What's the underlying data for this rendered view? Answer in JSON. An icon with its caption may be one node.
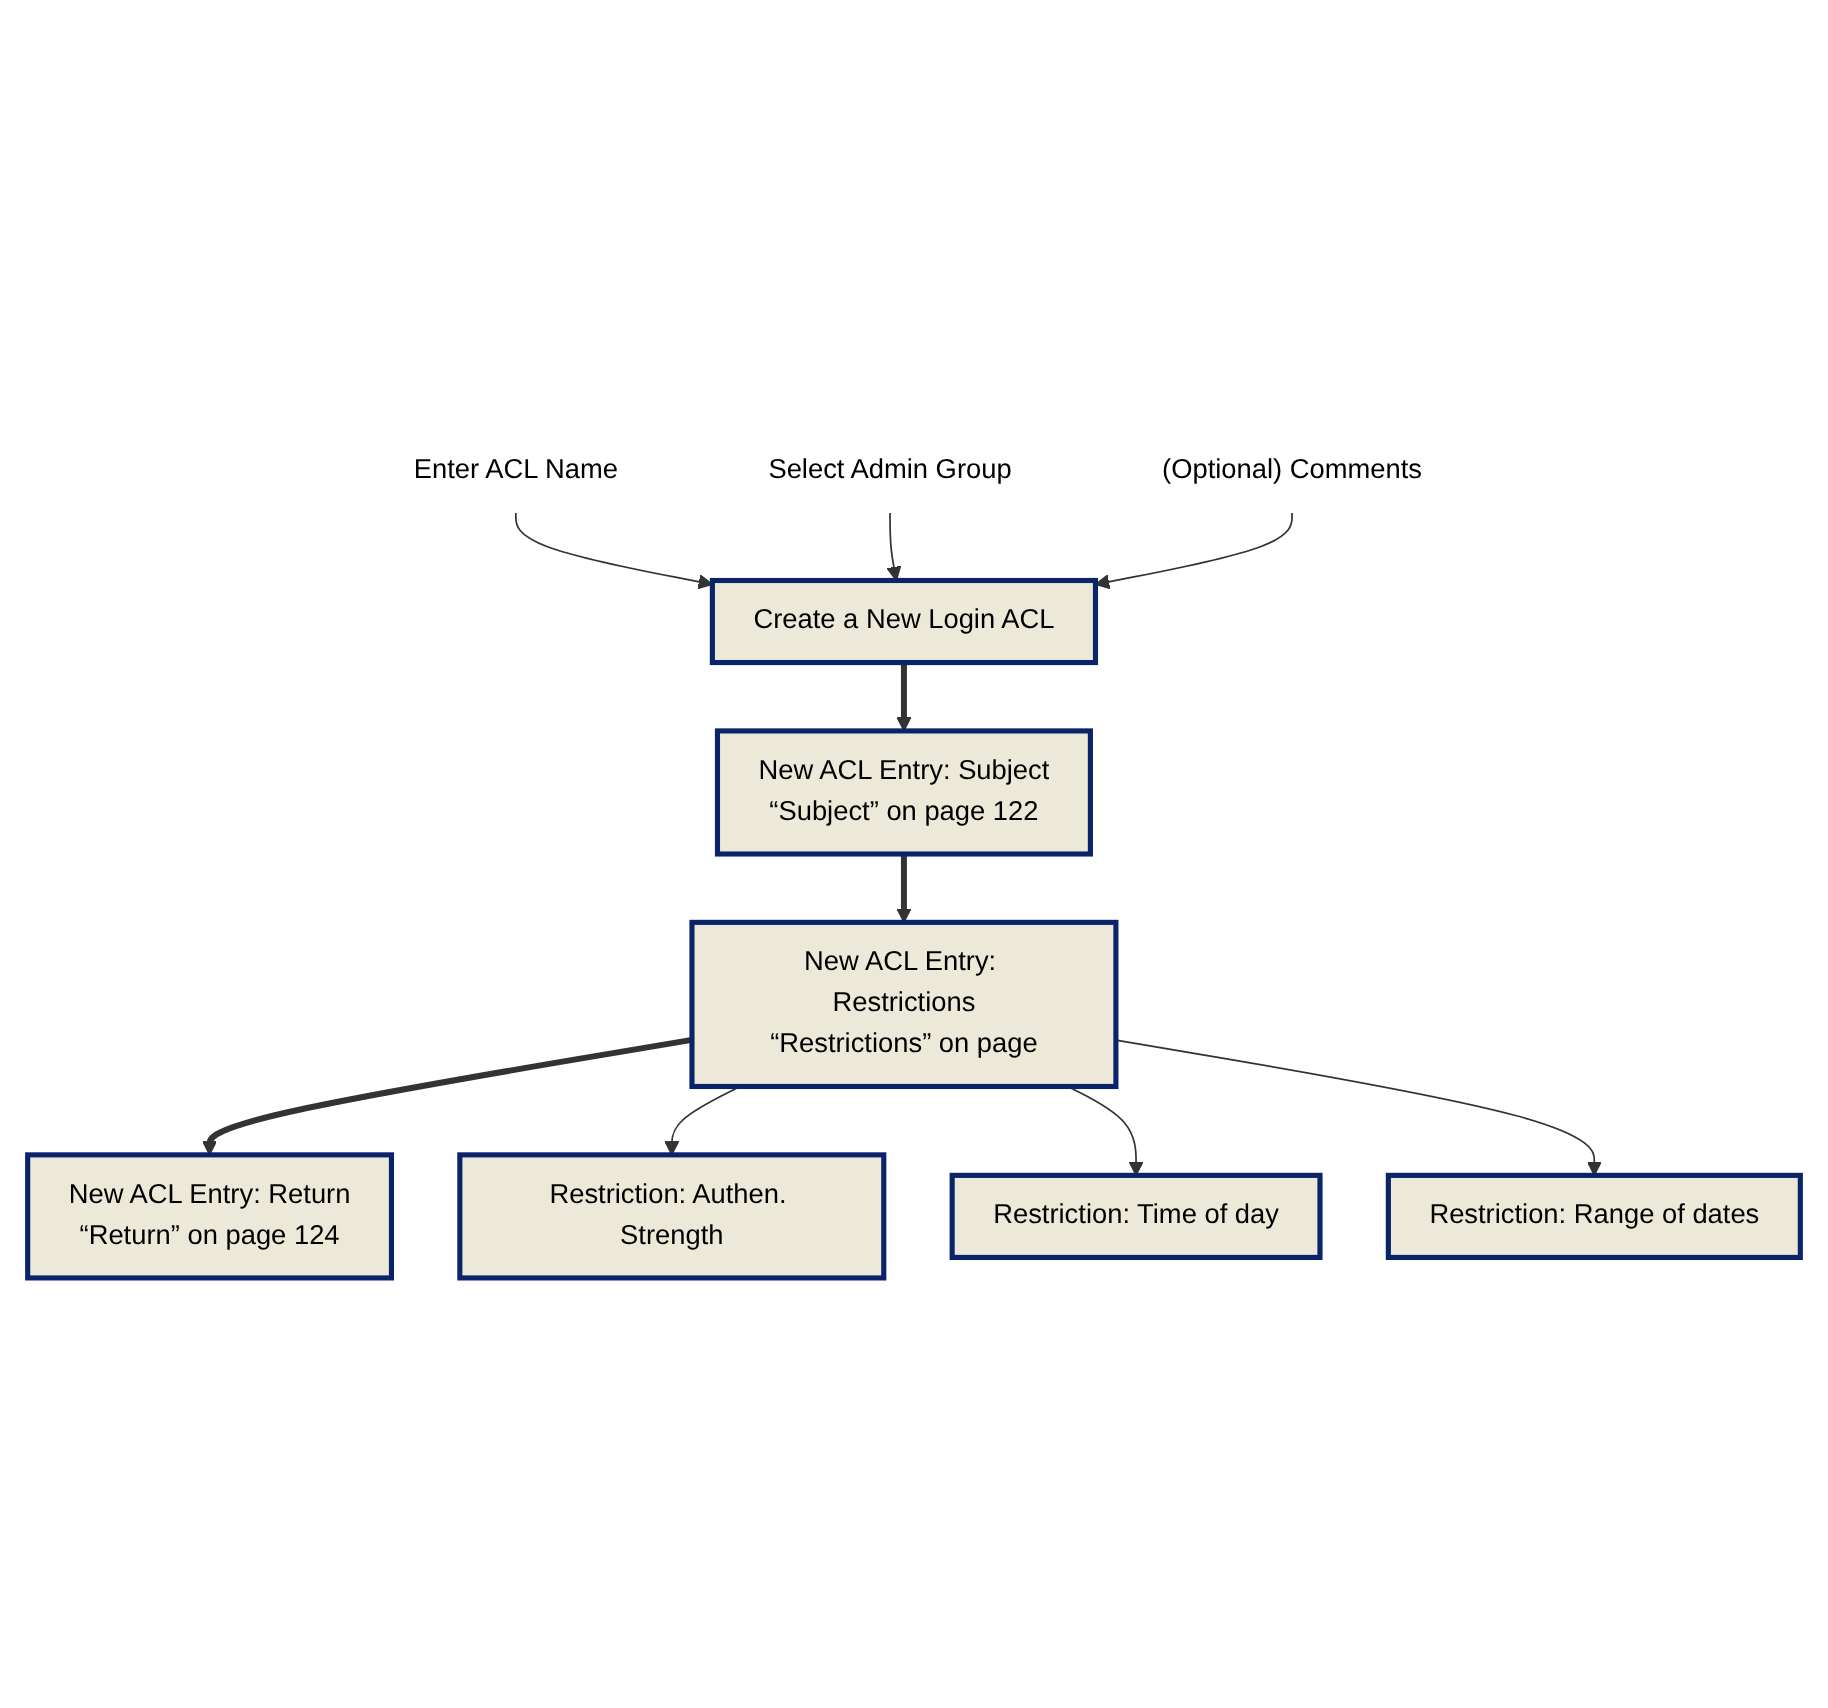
{
  "diagram": {
    "nodes": [
      {
        "text": [
          "Create a New Login ACL"
        ]
      },
      {
        "text": [
          "Enter ACL Name"
        ]
      },
      {
        "text": [
          "Select Admin Group"
        ]
      },
      {
        "text": [
          "(Optional) Comments"
        ]
      },
      {
        "text": [
          "New ACL Entry: Subject",
          "“Subject” on page 122"
        ]
      },
      {
        "text": [
          "New ACL Entry: Restrictions",
          "“Restrictions” on page"
        ]
      },
      {
        "text": [
          "New ACL Entry: Return",
          "“Return” on page 124"
        ]
      },
      {
        "text": [
          "Restriction: Authen. Strength"
        ]
      },
      {
        "text": [
          "Restriction: Time of day"
        ]
      },
      {
        "text": [
          "Restriction: Range of dates"
        ]
      }
    ],
    "edges": [
      {
        "from": 1,
        "to": 0,
        "arrow": "to"
      },
      {
        "from": 2,
        "to": 0,
        "arrow": "to"
      },
      {
        "from": 3,
        "to": 0,
        "arrow": "to"
      },
      {
        "from": 0,
        "to": 4,
        "arrow": "to",
        "style": "thick"
      },
      {
        "from": 4,
        "to": 5,
        "arrow": "to",
        "style": "thick"
      },
      {
        "from": 5,
        "to": 6,
        "arrow": "to",
        "style": "thick"
      },
      {
        "from": 5,
        "to": 7,
        "arrow": "to"
      },
      {
        "from": 5,
        "to": 8,
        "arrow": "to"
      },
      {
        "from": 5,
        "to": 9,
        "arrow": "to"
      }
    ]
  }
}
